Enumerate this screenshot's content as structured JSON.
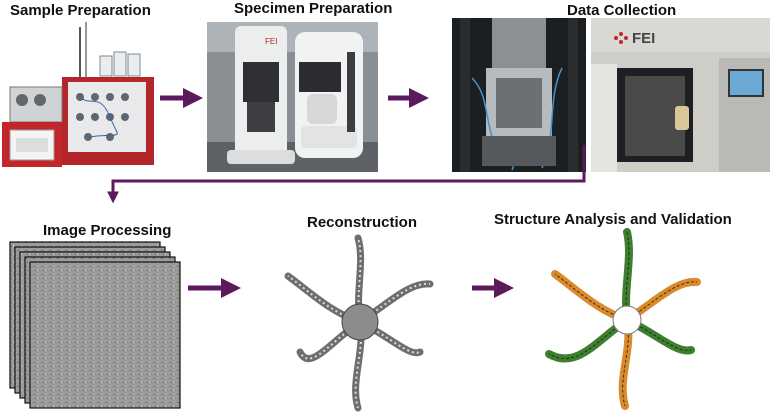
{
  "stages": {
    "sample_preparation": "Sample Preparation",
    "specimen_preparation": "Specimen Preparation",
    "data_collection": "Data Collection",
    "image_processing": "Image Processing",
    "reconstruction": "Reconstruction",
    "structure_analysis": "Structure Analysis and Validation"
  },
  "logos": {
    "fei": "FEI"
  },
  "colors": {
    "arrow": "#5c1a5e",
    "orange_chain": "#d98a2b",
    "green_chain": "#3d7f2e",
    "instrument_red": "#b3262a"
  }
}
